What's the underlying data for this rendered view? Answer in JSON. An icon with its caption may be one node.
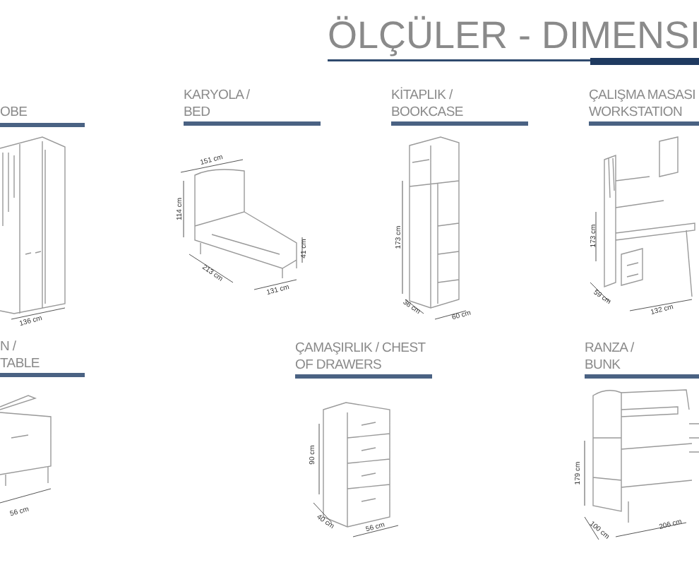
{
  "diagram": {
    "title": "ÖLÇÜLER - DIMENSI",
    "labels": [
      "OBE",
      "KARYOLA / BED",
      "KİTAPLIK / BOOKCASE",
      "ÇALIŞMA MASASI WORKSTATION",
      "N / TABLE",
      "ÇAMAŞIRLIK / CHEST OF DRAWERS",
      "RANZA / BUNK",
      "136 cm",
      "151 cm",
      "114 cm",
      "41 cm",
      "213 cm",
      "131 cm",
      "173 cm",
      "36 cm",
      "60 cm",
      "173 cm",
      "59 cm",
      "132 cm",
      "56 cm",
      "90 cm",
      "40 cm",
      "56 cm",
      "179 cm",
      "100 cm",
      "206 cm"
    ]
  }
}
